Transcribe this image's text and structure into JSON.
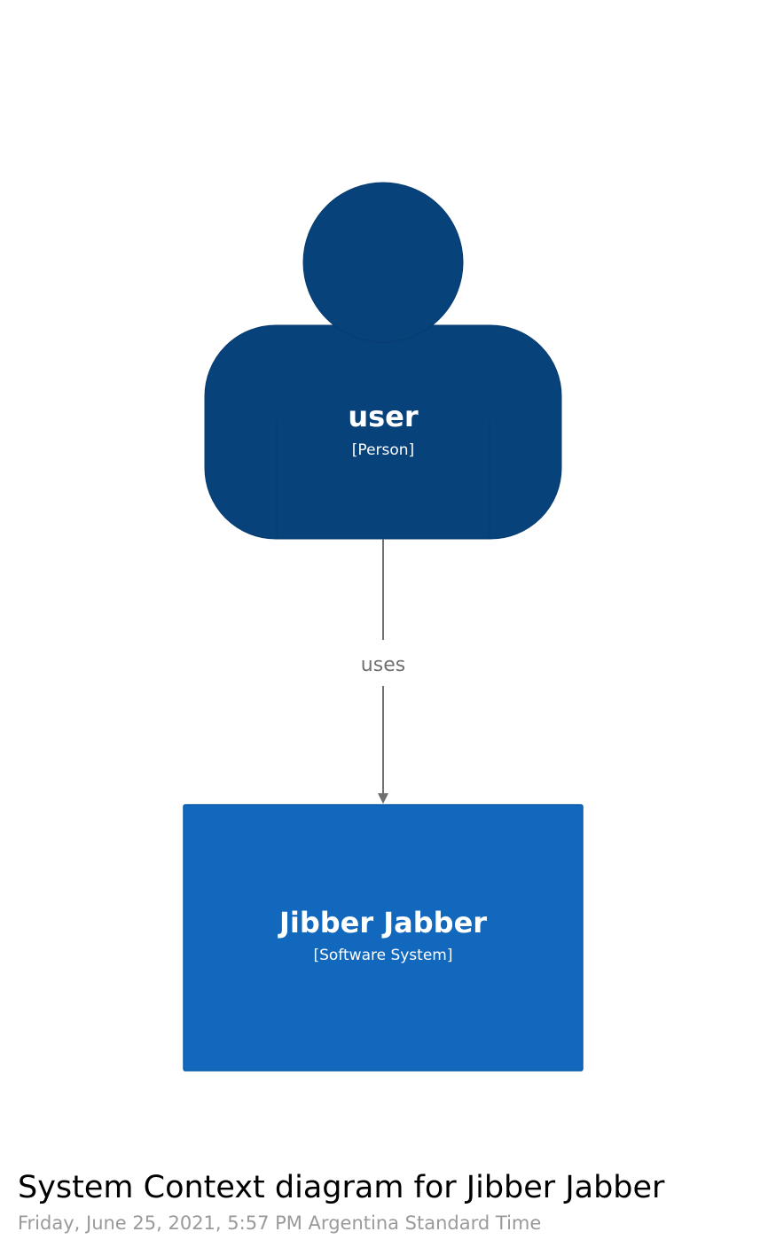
{
  "diagram": {
    "person": {
      "name": "user",
      "type": "[Person]",
      "fill": "#08427b",
      "stroke": "#073b6f",
      "text_color": "#ffffff"
    },
    "relationship": {
      "label": "uses",
      "color": "#707070"
    },
    "system": {
      "name": "Jibber Jabber",
      "type": "[Software System]",
      "fill": "#1168bd",
      "stroke": "#0e5ca8",
      "text_color": "#ffffff"
    }
  },
  "footer": {
    "title": "System Context diagram for Jibber Jabber",
    "timestamp": "Friday, June 25, 2021, 5:57 PM Argentina Standard Time"
  }
}
